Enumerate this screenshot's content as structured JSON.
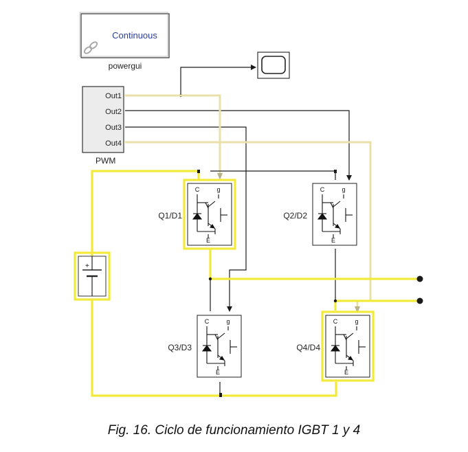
{
  "powergui": {
    "mode_label": "Continuous",
    "block_name": "powergui",
    "icon": "chain-link-icon"
  },
  "scope": {
    "icon": "scope-screen-icon"
  },
  "pwm": {
    "block_name": "PWM",
    "ports": [
      "Out1",
      "Out2",
      "Out3",
      "Out4"
    ]
  },
  "dc_source": {
    "plus_label": "+"
  },
  "igbts": [
    {
      "name": "Q1/D1",
      "active": true
    },
    {
      "name": "Q2/D2",
      "active": false
    },
    {
      "name": "Q3/D3",
      "active": false
    },
    {
      "name": "Q4/D4",
      "active": true
    }
  ],
  "pins": {
    "collector": "C",
    "gate": "g",
    "emitter": "E"
  },
  "colors": {
    "active_highlight": "#f2ea3b",
    "pwm_highlight_wire": "#e8e0a8",
    "signal_wire": "#1a1a1a",
    "block_border": "#333333"
  },
  "caption": "Fig. 16. Ciclo de funcionamiento IGBT 1 y 4"
}
